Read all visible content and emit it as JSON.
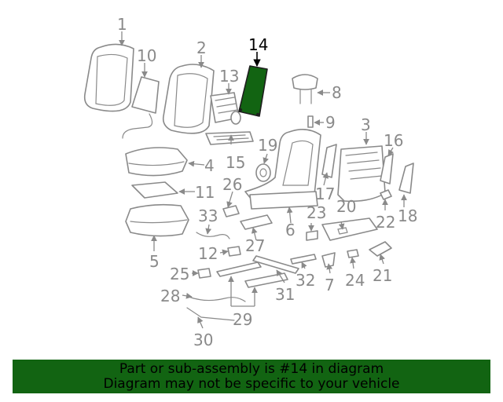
{
  "diagram": {
    "highlighted_part": "14",
    "callouts": [
      "1",
      "2",
      "3",
      "4",
      "5",
      "6",
      "7",
      "8",
      "9",
      "10",
      "11",
      "12",
      "13",
      "14",
      "15",
      "16",
      "17",
      "18",
      "19",
      "20",
      "21",
      "22",
      "23",
      "24",
      "25",
      "26",
      "27",
      "28",
      "29",
      "30",
      "31",
      "32",
      "33"
    ]
  },
  "banner": {
    "line1": "Part or sub-assembly is #14 in diagram",
    "line2": "Diagram may not be specific to your vehicle"
  },
  "colors": {
    "highlight": "#126412",
    "line": "#8a8a8a",
    "banner_bg": "#126412"
  }
}
